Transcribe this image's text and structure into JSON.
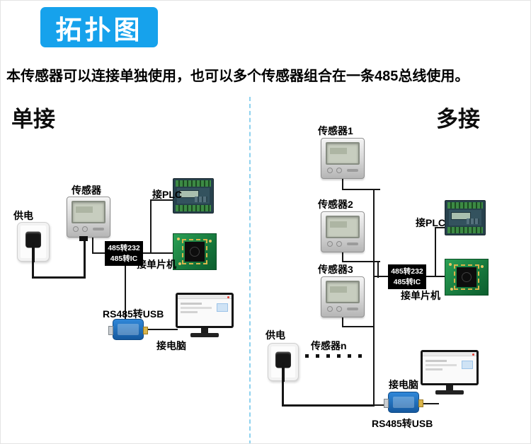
{
  "header": {
    "badge": "拓扑图",
    "description": "本传感器可以连接单独使用，也可以多个传感器组合在一条485总线使用。"
  },
  "single": {
    "title": "单接",
    "power_label": "供电",
    "sensor_label": "传感器",
    "converter_line1": "485转232",
    "converter_line2": "485转IC",
    "plc_label": "接PLC",
    "mcu_label": "接单片机",
    "usb_label": "RS485转USB",
    "pc_label": "接电脑"
  },
  "multi": {
    "title": "多接",
    "sensor1_label": "传感器1",
    "sensor2_label": "传感器2",
    "sensor3_label": "传感器3",
    "sensorn_label": "传感器n",
    "power_label": "供电",
    "converter_line1": "485转232",
    "converter_line2": "485转IC",
    "plc_label": "接PLC",
    "mcu_label": "接单片机",
    "pc_label": "接电脑",
    "usb_label": "RS485转USB"
  },
  "colors": {
    "badge_blue": "#16a2ec",
    "divider_blue": "#8fd2ef",
    "box_black": "#000000",
    "pcb_green": "#137038",
    "usb_blue": "#1a6cbf"
  }
}
